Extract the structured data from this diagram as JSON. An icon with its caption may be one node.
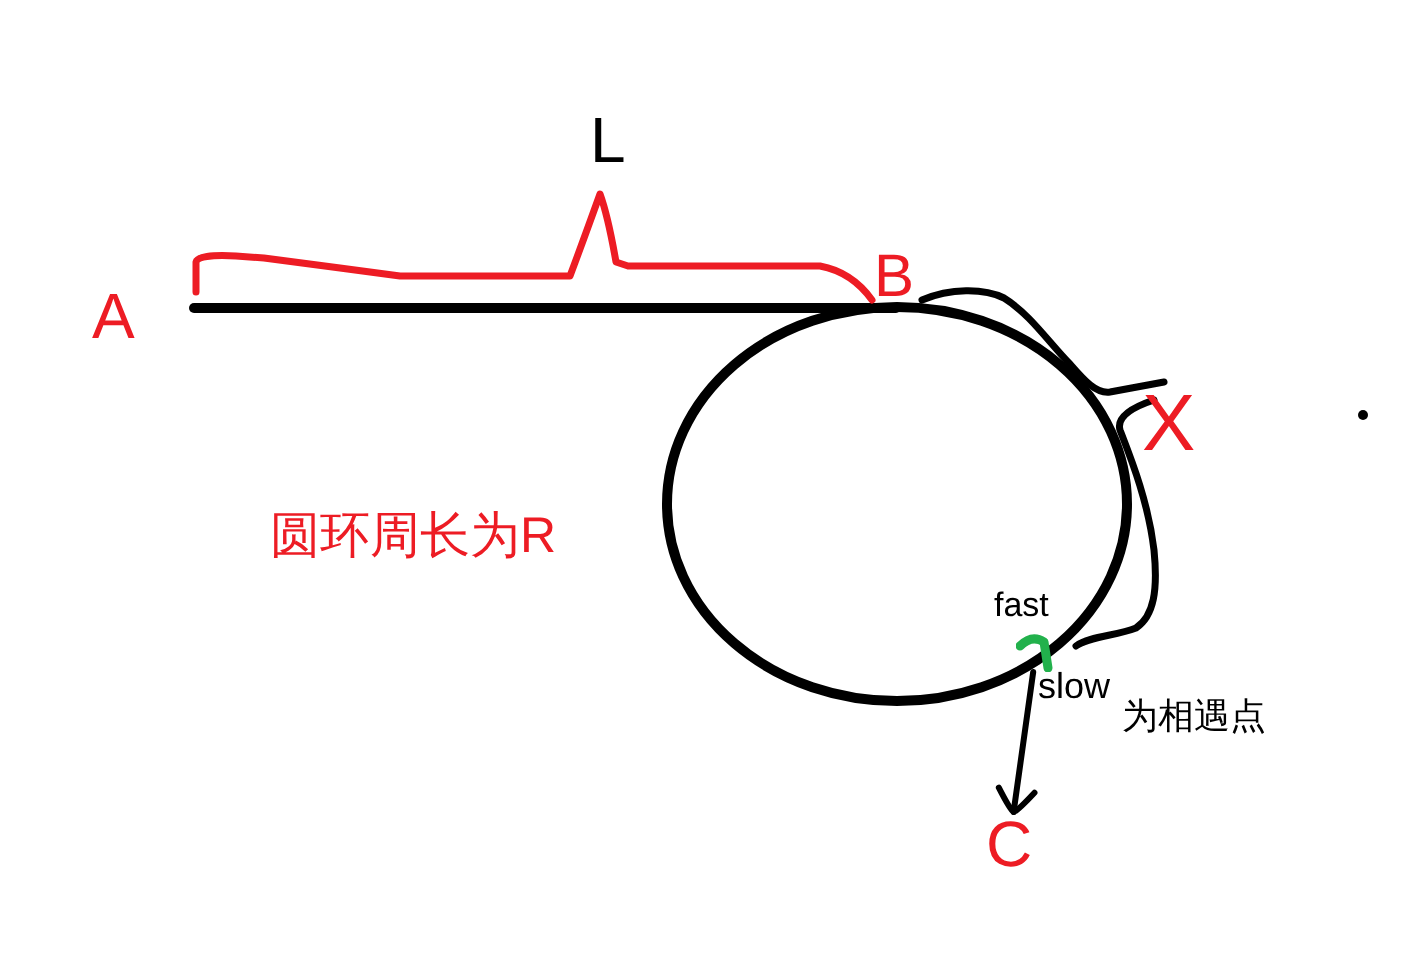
{
  "diagram": {
    "nodes": [
      {
        "text": [],
        "shape": "dot"
      },
      {
        "text": [
          "C"
        ]
      }
    ],
    "edges": [
      {
        "from": 0,
        "to": 1,
        "arrow": "to"
      }
    ],
    "labels": [
      "L",
      "A",
      "B",
      "X",
      "圆环周长为R",
      "fast",
      "slow",
      "为相遇点"
    ]
  }
}
